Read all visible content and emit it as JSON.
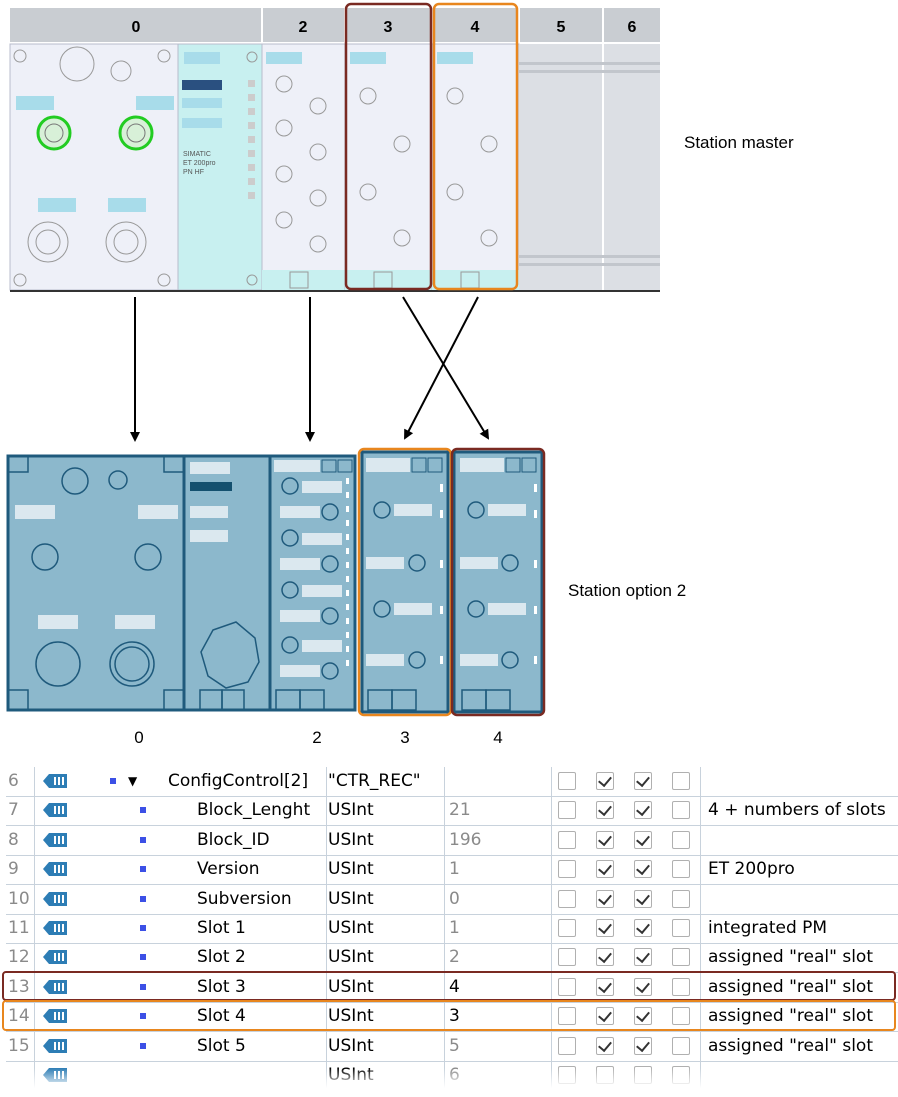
{
  "top": {
    "slot_headers": [
      "0",
      "2",
      "3",
      "4",
      "5",
      "6"
    ],
    "module_text": [
      "SIMATIC",
      "ET 200pro",
      "PN HF"
    ],
    "label": "Station master"
  },
  "bottom": {
    "slot_labels": [
      "0",
      "2",
      "3",
      "4"
    ],
    "label": "Station option 2"
  },
  "table": {
    "rows": [
      {
        "num": "6",
        "name": "ConfigControl[2]",
        "type": "\"CTR_REC\"",
        "value": "",
        "c1": false,
        "c2": true,
        "c3": true,
        "c4": false,
        "comment": "",
        "expand": true
      },
      {
        "num": "7",
        "name": "Block_Lenght",
        "type": "USInt",
        "value": "21",
        "c1": false,
        "c2": true,
        "c3": true,
        "c4": false,
        "comment": "4 + numbers of slots"
      },
      {
        "num": "8",
        "name": "Block_ID",
        "type": "USInt",
        "value": "196",
        "c1": false,
        "c2": true,
        "c3": true,
        "c4": false,
        "comment": ""
      },
      {
        "num": "9",
        "name": "Version",
        "type": "USInt",
        "value": "1",
        "c1": false,
        "c2": true,
        "c3": true,
        "c4": false,
        "comment": "ET 200pro"
      },
      {
        "num": "10",
        "name": "Subversion",
        "type": "USInt",
        "value": "0",
        "c1": false,
        "c2": true,
        "c3": true,
        "c4": false,
        "comment": ""
      },
      {
        "num": "11",
        "name": "Slot 1",
        "type": "USInt",
        "value": "1",
        "c1": false,
        "c2": true,
        "c3": true,
        "c4": false,
        "comment": "integrated PM"
      },
      {
        "num": "12",
        "name": "Slot 2",
        "type": "USInt",
        "value": "2",
        "c1": false,
        "c2": true,
        "c3": true,
        "c4": false,
        "comment": "assigned \"real\" slot"
      },
      {
        "num": "13",
        "name": "Slot 3",
        "type": "USInt",
        "value": "4",
        "c1": false,
        "c2": true,
        "c3": true,
        "c4": false,
        "comment": "assigned \"real\" slot",
        "real": true
      },
      {
        "num": "14",
        "name": "Slot 4",
        "type": "USInt",
        "value": "3",
        "c1": false,
        "c2": true,
        "c3": true,
        "c4": false,
        "comment": "assigned \"real\" slot",
        "real": true
      },
      {
        "num": "15",
        "name": "Slot 5",
        "type": "USInt",
        "value": "5",
        "c1": false,
        "c2": true,
        "c3": true,
        "c4": false,
        "comment": "assigned \"real\" slot"
      },
      {
        "num": "",
        "name": "",
        "type": "USInt",
        "value": "6",
        "c1": false,
        "c2": false,
        "c3": false,
        "c4": false,
        "comment": ""
      }
    ],
    "highlight_colors": {
      "slot3": "#7a2a22",
      "slot4": "#e8861e"
    }
  }
}
